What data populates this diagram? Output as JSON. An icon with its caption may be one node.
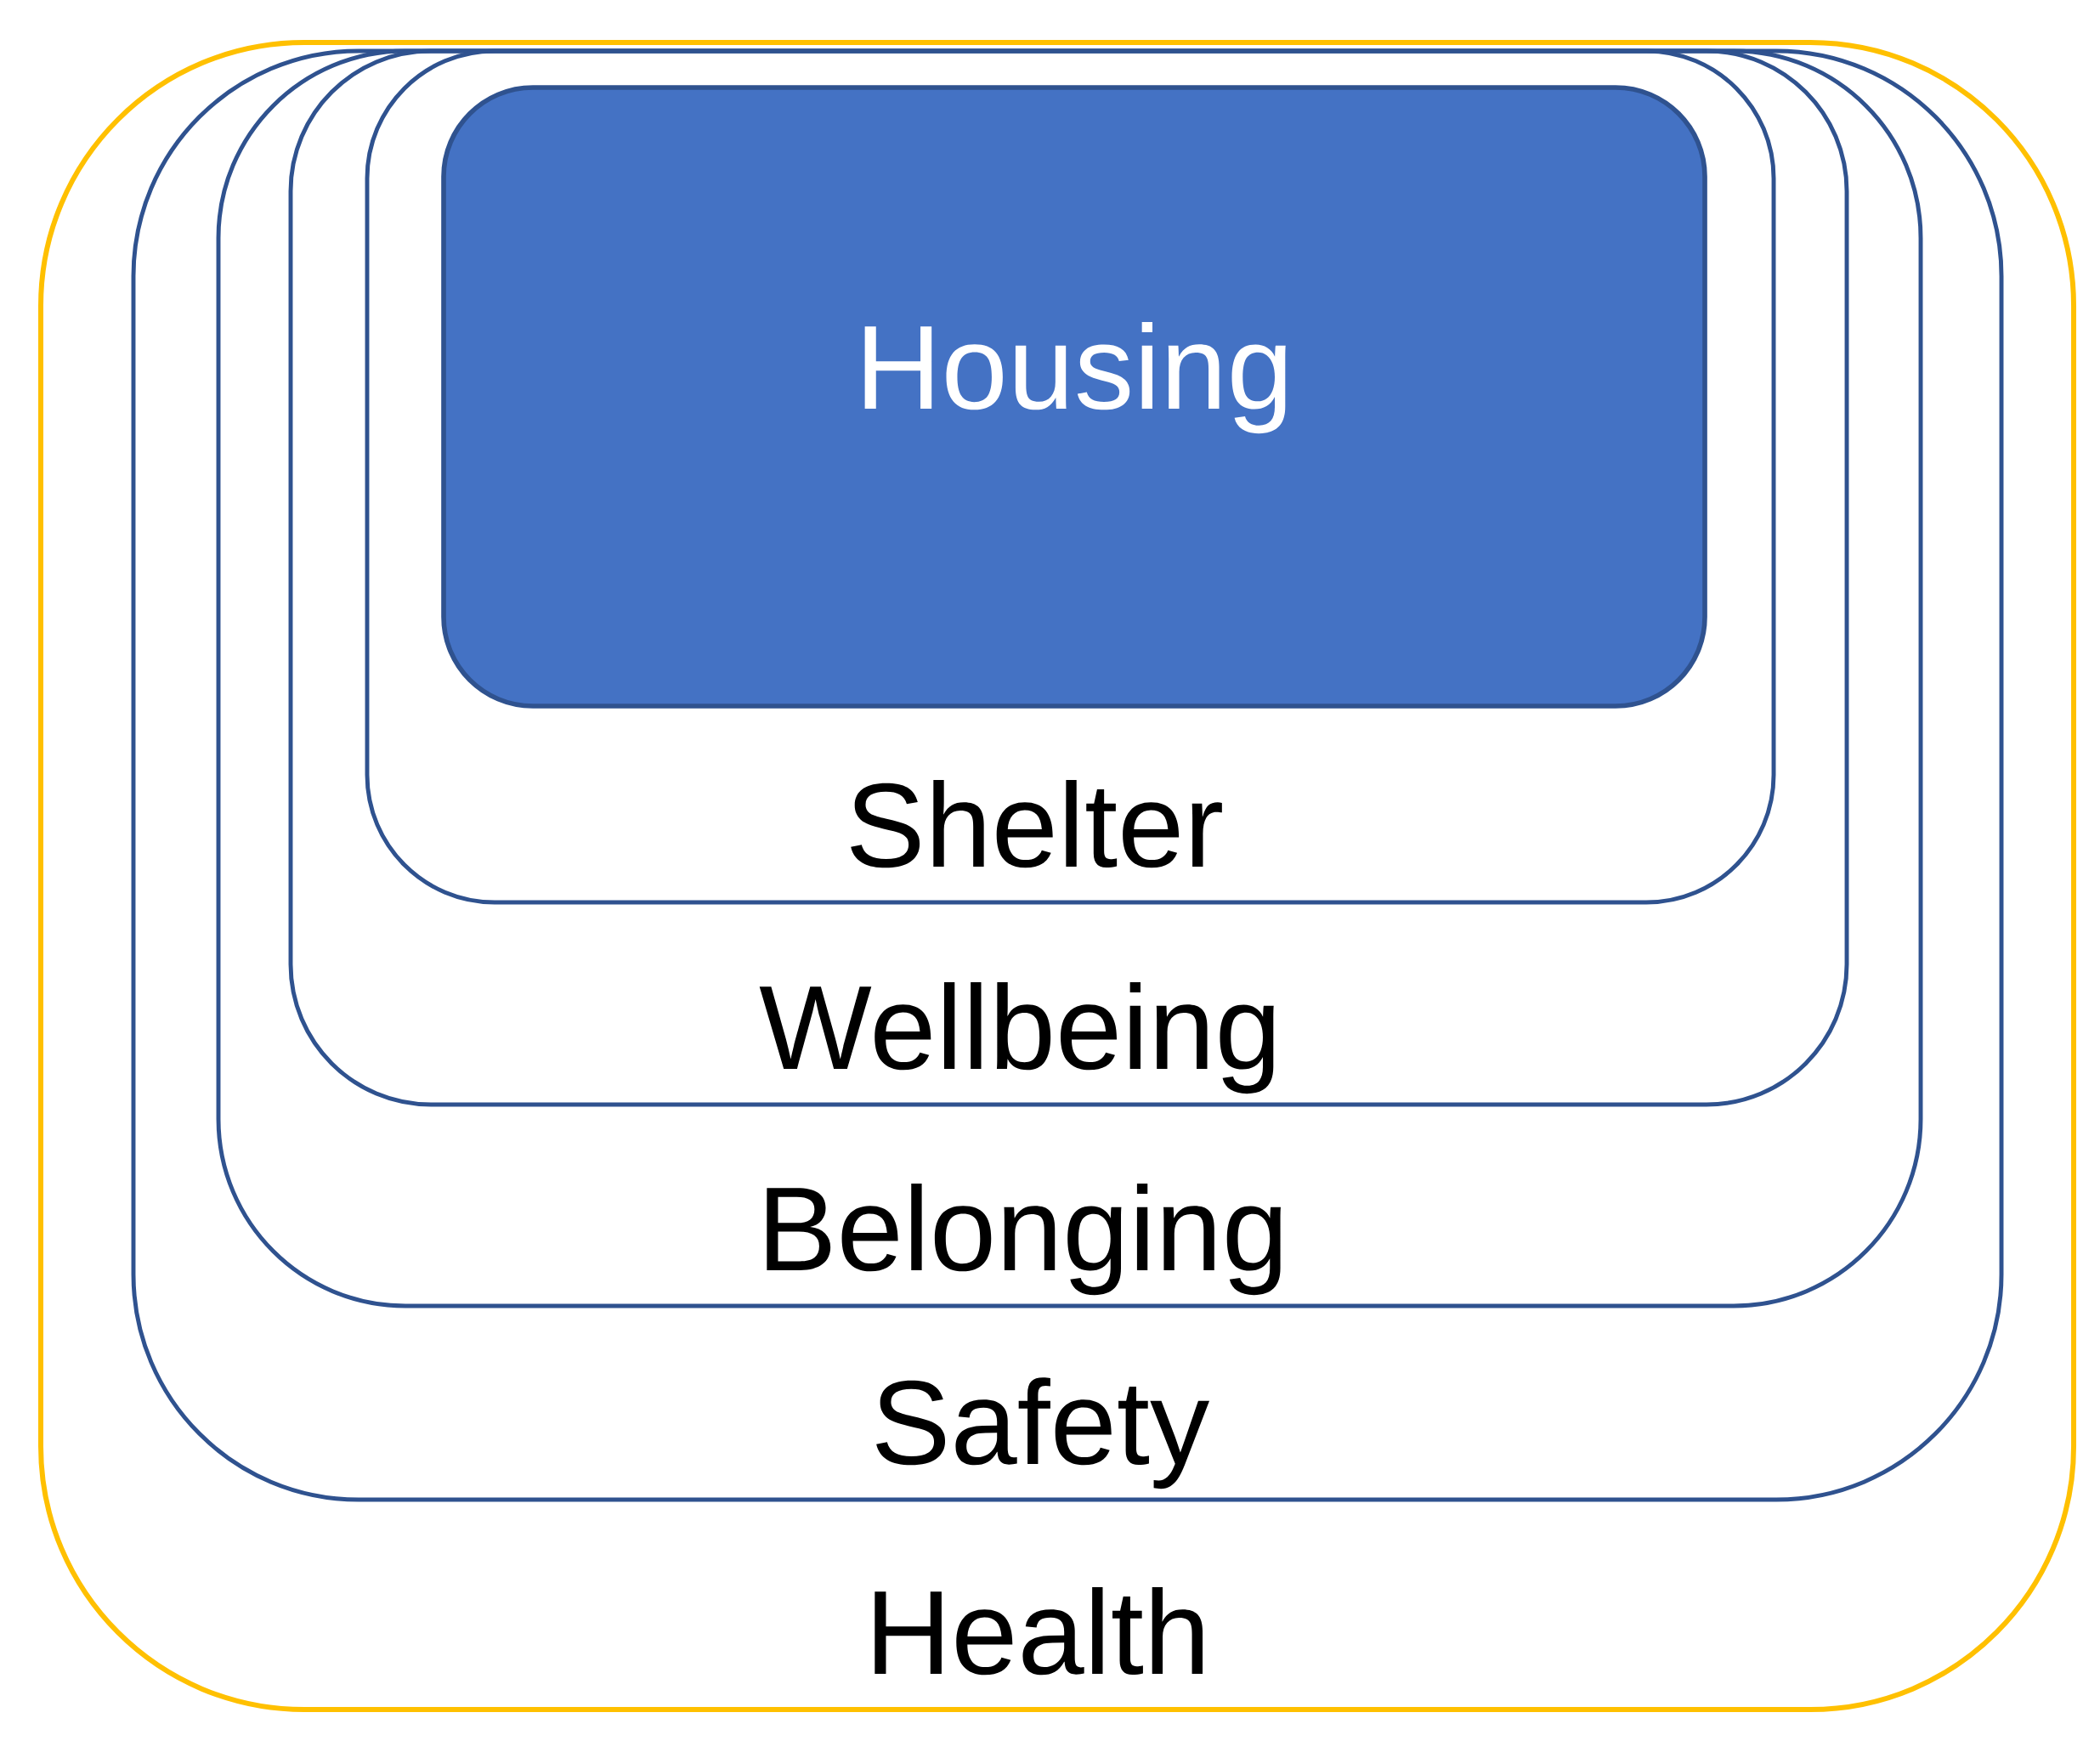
{
  "diagram": {
    "nodes": [
      {
        "text": [
          "Health"
        ]
      },
      {
        "text": [
          "Safety"
        ],
        "in": 0
      },
      {
        "text": [
          "Belonging"
        ],
        "in": 1
      },
      {
        "text": [
          "Wellbeing"
        ],
        "in": 2
      },
      {
        "text": [
          "Shelter"
        ],
        "in": 3
      },
      {
        "text": [
          "Housing"
        ],
        "in": 4
      }
    ]
  }
}
